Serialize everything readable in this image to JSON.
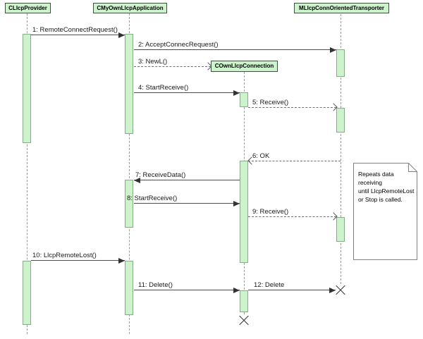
{
  "diagram": {
    "type": "uml-sequence",
    "lifelines": [
      {
        "name": "CLlcpProvider"
      },
      {
        "name": "CMyOwnLlcpApplication"
      },
      {
        "name": "MLlcpConnOrientedTransporter"
      },
      {
        "name": "COwnLlcpConnection"
      }
    ],
    "messages": [
      {
        "seq": "1",
        "label": "1: RemoteConnectRequest()",
        "from": "CLlcpProvider",
        "to": "CMyOwnLlcpApplication",
        "style": "solid"
      },
      {
        "seq": "2",
        "label": "2: AcceptConnecRequest()",
        "from": "CMyOwnLlcpApplication",
        "to": "MLlcpConnOrientedTransporter",
        "style": "solid"
      },
      {
        "seq": "3",
        "label": "3: NewL()",
        "from": "CMyOwnLlcpApplication",
        "to": "COwnLlcpConnection",
        "style": "dashed-create"
      },
      {
        "seq": "4",
        "label": "4: StartReceive()",
        "from": "CMyOwnLlcpApplication",
        "to": "COwnLlcpConnection",
        "style": "solid"
      },
      {
        "seq": "5",
        "label": "5: Receive()",
        "from": "COwnLlcpConnection",
        "to": "MLlcpConnOrientedTransporter",
        "style": "dashed"
      },
      {
        "seq": "6",
        "label": "6: OK",
        "from": "MLlcpConnOrientedTransporter",
        "to": "COwnLlcpConnection",
        "style": "dashed"
      },
      {
        "seq": "7",
        "label": "7: ReceiveData()",
        "from": "COwnLlcpConnection",
        "to": "CMyOwnLlcpApplication",
        "style": "solid"
      },
      {
        "seq": "8",
        "label": "8: StartReceive()",
        "from": "CMyOwnLlcpApplication",
        "to": "COwnLlcpConnection",
        "style": "solid"
      },
      {
        "seq": "9",
        "label": "9: Receive()",
        "from": "COwnLlcpConnection",
        "to": "MLlcpConnOrientedTransporter",
        "style": "dashed"
      },
      {
        "seq": "10",
        "label": "10: LlcpRemoteLost()",
        "from": "CLlcpProvider",
        "to": "CMyOwnLlcpApplication",
        "style": "solid"
      },
      {
        "seq": "11",
        "label": "11: Delete()",
        "from": "CMyOwnLlcpApplication",
        "to": "COwnLlcpConnection",
        "style": "solid"
      },
      {
        "seq": "12",
        "label": "12: Delete",
        "from": "COwnLlcpConnection",
        "to": "MLlcpConnOrientedTransporter",
        "style": "solid-destroy"
      }
    ],
    "note": {
      "lines": [
        "Repeats data receiving",
        "until LlcpRemoteLost",
        "or Stop is called."
      ]
    },
    "colors": {
      "background": "#ffffff",
      "box_fill": "#cdf3cd",
      "box_border": "#3d523d",
      "activation_fill": "#cdf3cd",
      "activation_border": "#8aa88a",
      "message_line": "#4d4d4d",
      "lifeline": "#9a9a9a",
      "note_border": "#808080",
      "text": "#000000"
    }
  }
}
